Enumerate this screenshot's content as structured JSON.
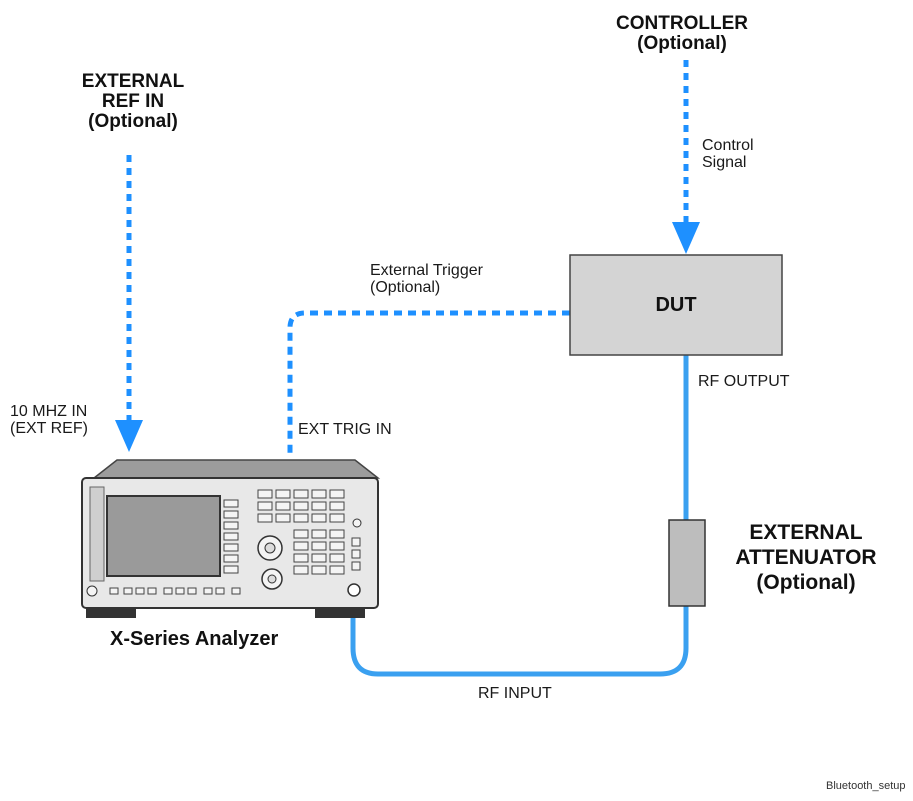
{
  "controller": {
    "title": "CONTROLLER",
    "subtitle": "(Optional)"
  },
  "ext_ref": {
    "line1": "EXTERNAL",
    "line2": "REF IN",
    "line3": "(Optional)"
  },
  "control_signal": {
    "line1": "Control",
    "line2": "Signal"
  },
  "ext_trigger": {
    "line1": "External Trigger",
    "line2": "(Optional)"
  },
  "dut": {
    "label": "DUT"
  },
  "rf_output": "RF OUTPUT",
  "ten_mhz": {
    "line1": "10 MHZ IN",
    "line2": "(EXT REF)"
  },
  "ext_trig_in": "EXT TRIG IN",
  "attenuator": {
    "line1": "EXTERNAL",
    "line2": "ATTENUATOR",
    "line3": "(Optional)"
  },
  "analyzer": {
    "label": "X-Series Analyzer"
  },
  "rf_input": "RF INPUT",
  "figure_id": "Bluetooth_setup",
  "colors": {
    "dashed_signal": "#1e90ff",
    "rf_cable": "#3aa0f0",
    "dut_fill": "#d4d4d4",
    "attenuator_fill": "#bdbdbd"
  }
}
